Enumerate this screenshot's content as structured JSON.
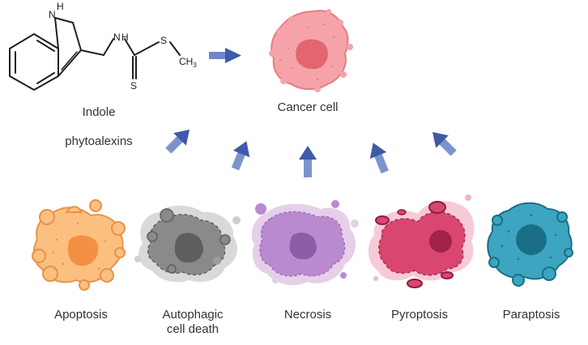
{
  "molecule": {
    "name_line1": "Indole",
    "name_line2": "phytoalexins",
    "atoms": {
      "nh_ring": "H",
      "n_ring": "N",
      "nh_chain": "H",
      "n_chain": "N",
      "s_thioether": "S",
      "s_thione": "S",
      "methyl": "CH",
      "methyl_sub": "3"
    }
  },
  "source": {
    "label": "Cancer cell",
    "color": "#f08f95"
  },
  "arrow_color": "#3f5aa8",
  "outcomes": [
    {
      "label": "Apoptosis",
      "color": "#f6a55c"
    },
    {
      "label": "Autophagic\ncell death",
      "color": "#8a8a8a"
    },
    {
      "label": "Necrosis",
      "color": "#b07cc6"
    },
    {
      "label": "Pyroptosis",
      "color": "#d4436b"
    },
    {
      "label": "Paraptosis",
      "color": "#1f8aa5"
    }
  ]
}
